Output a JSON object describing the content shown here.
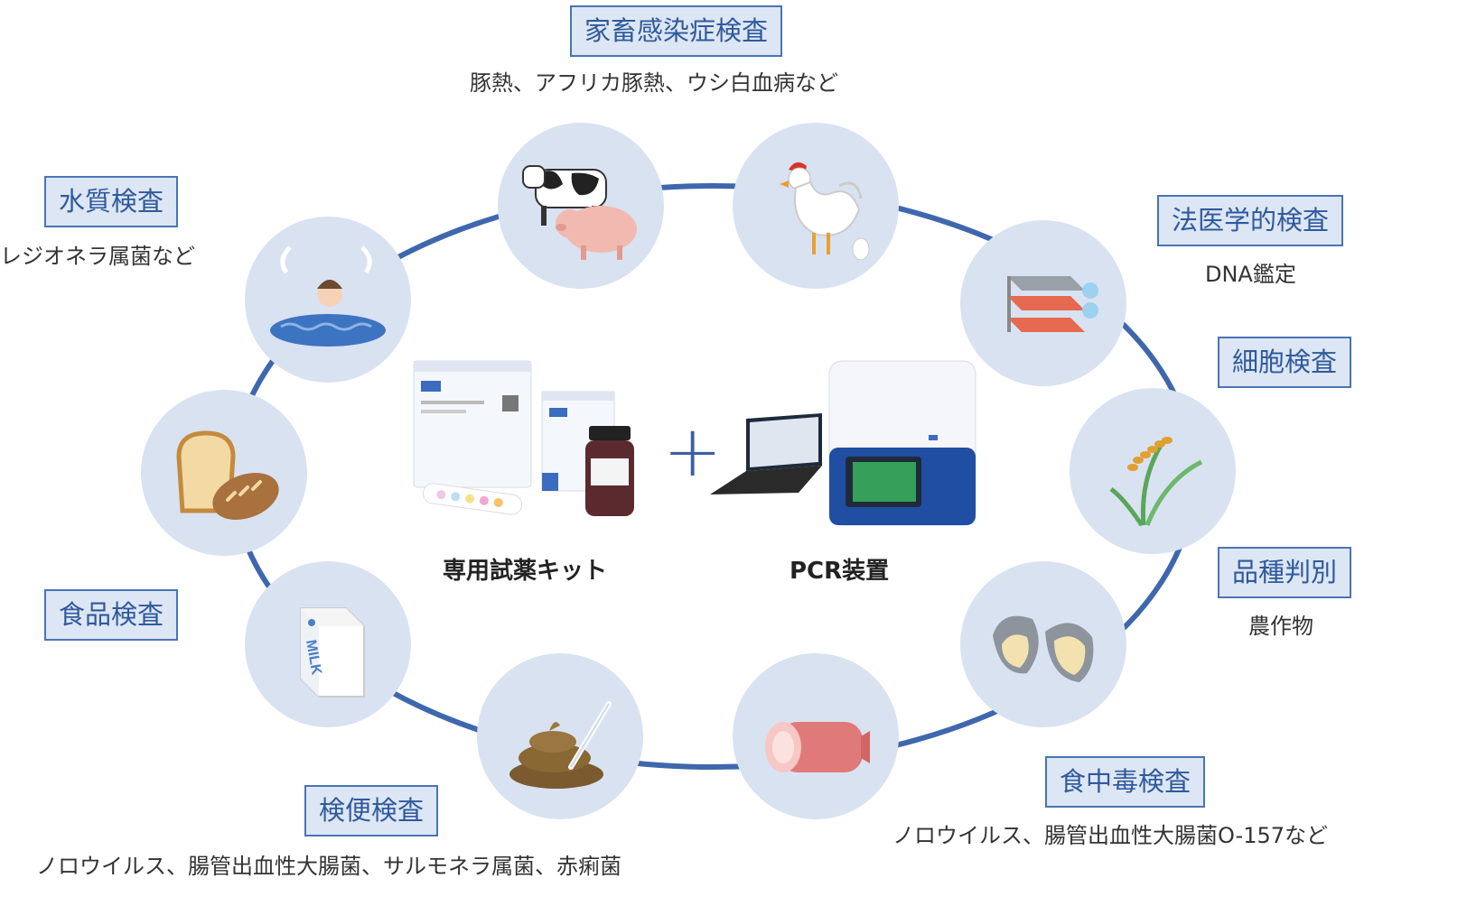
{
  "colors": {
    "ring": "#3f67ad",
    "node": "#d9e2f1",
    "label_border": "#4a74b5",
    "label_text": "#2f5a9c"
  },
  "categories": {
    "livestock": {
      "label": "家畜感染症検査",
      "detail": "豚熱、アフリカ豚熱、ウシ白血病など"
    },
    "water": {
      "label": "水質検査",
      "detail": "レジオネラ属菌など"
    },
    "forensic": {
      "label": "法医学的検査",
      "detail": "DNA鑑定"
    },
    "cell": {
      "label": "細胞検査",
      "detail": ""
    },
    "variety": {
      "label": "品種判別",
      "detail": "農作物"
    },
    "food": {
      "label": "食品検査",
      "detail": ""
    },
    "food_poisoning": {
      "label": "食中毒検査",
      "detail": "ノロウイルス、腸管出血性大腸菌O-157など"
    },
    "stool": {
      "label": "検便検査",
      "detail": "ノロウイルス、腸管出血性大腸菌、サルモネラ属菌、赤痢菌"
    }
  },
  "center": {
    "kit_caption": "専用試薬キット",
    "pcr_caption": "PCR装置",
    "plus": "+",
    "milk_text": "MILK"
  },
  "icons": {
    "cow_pig": "cow-pig-icon",
    "chicken": "chicken-icon",
    "onsen": "hot-spring-icon",
    "cell_culture": "cell-culture-flask-icon",
    "bread": "bread-icon",
    "rice": "rice-plant-icon",
    "milk": "milk-carton-icon",
    "oyster": "oyster-icon",
    "stool": "stool-sample-icon",
    "ham": "ham-icon",
    "kit": "reagent-kit-icon",
    "pcr": "pcr-device-icon"
  }
}
